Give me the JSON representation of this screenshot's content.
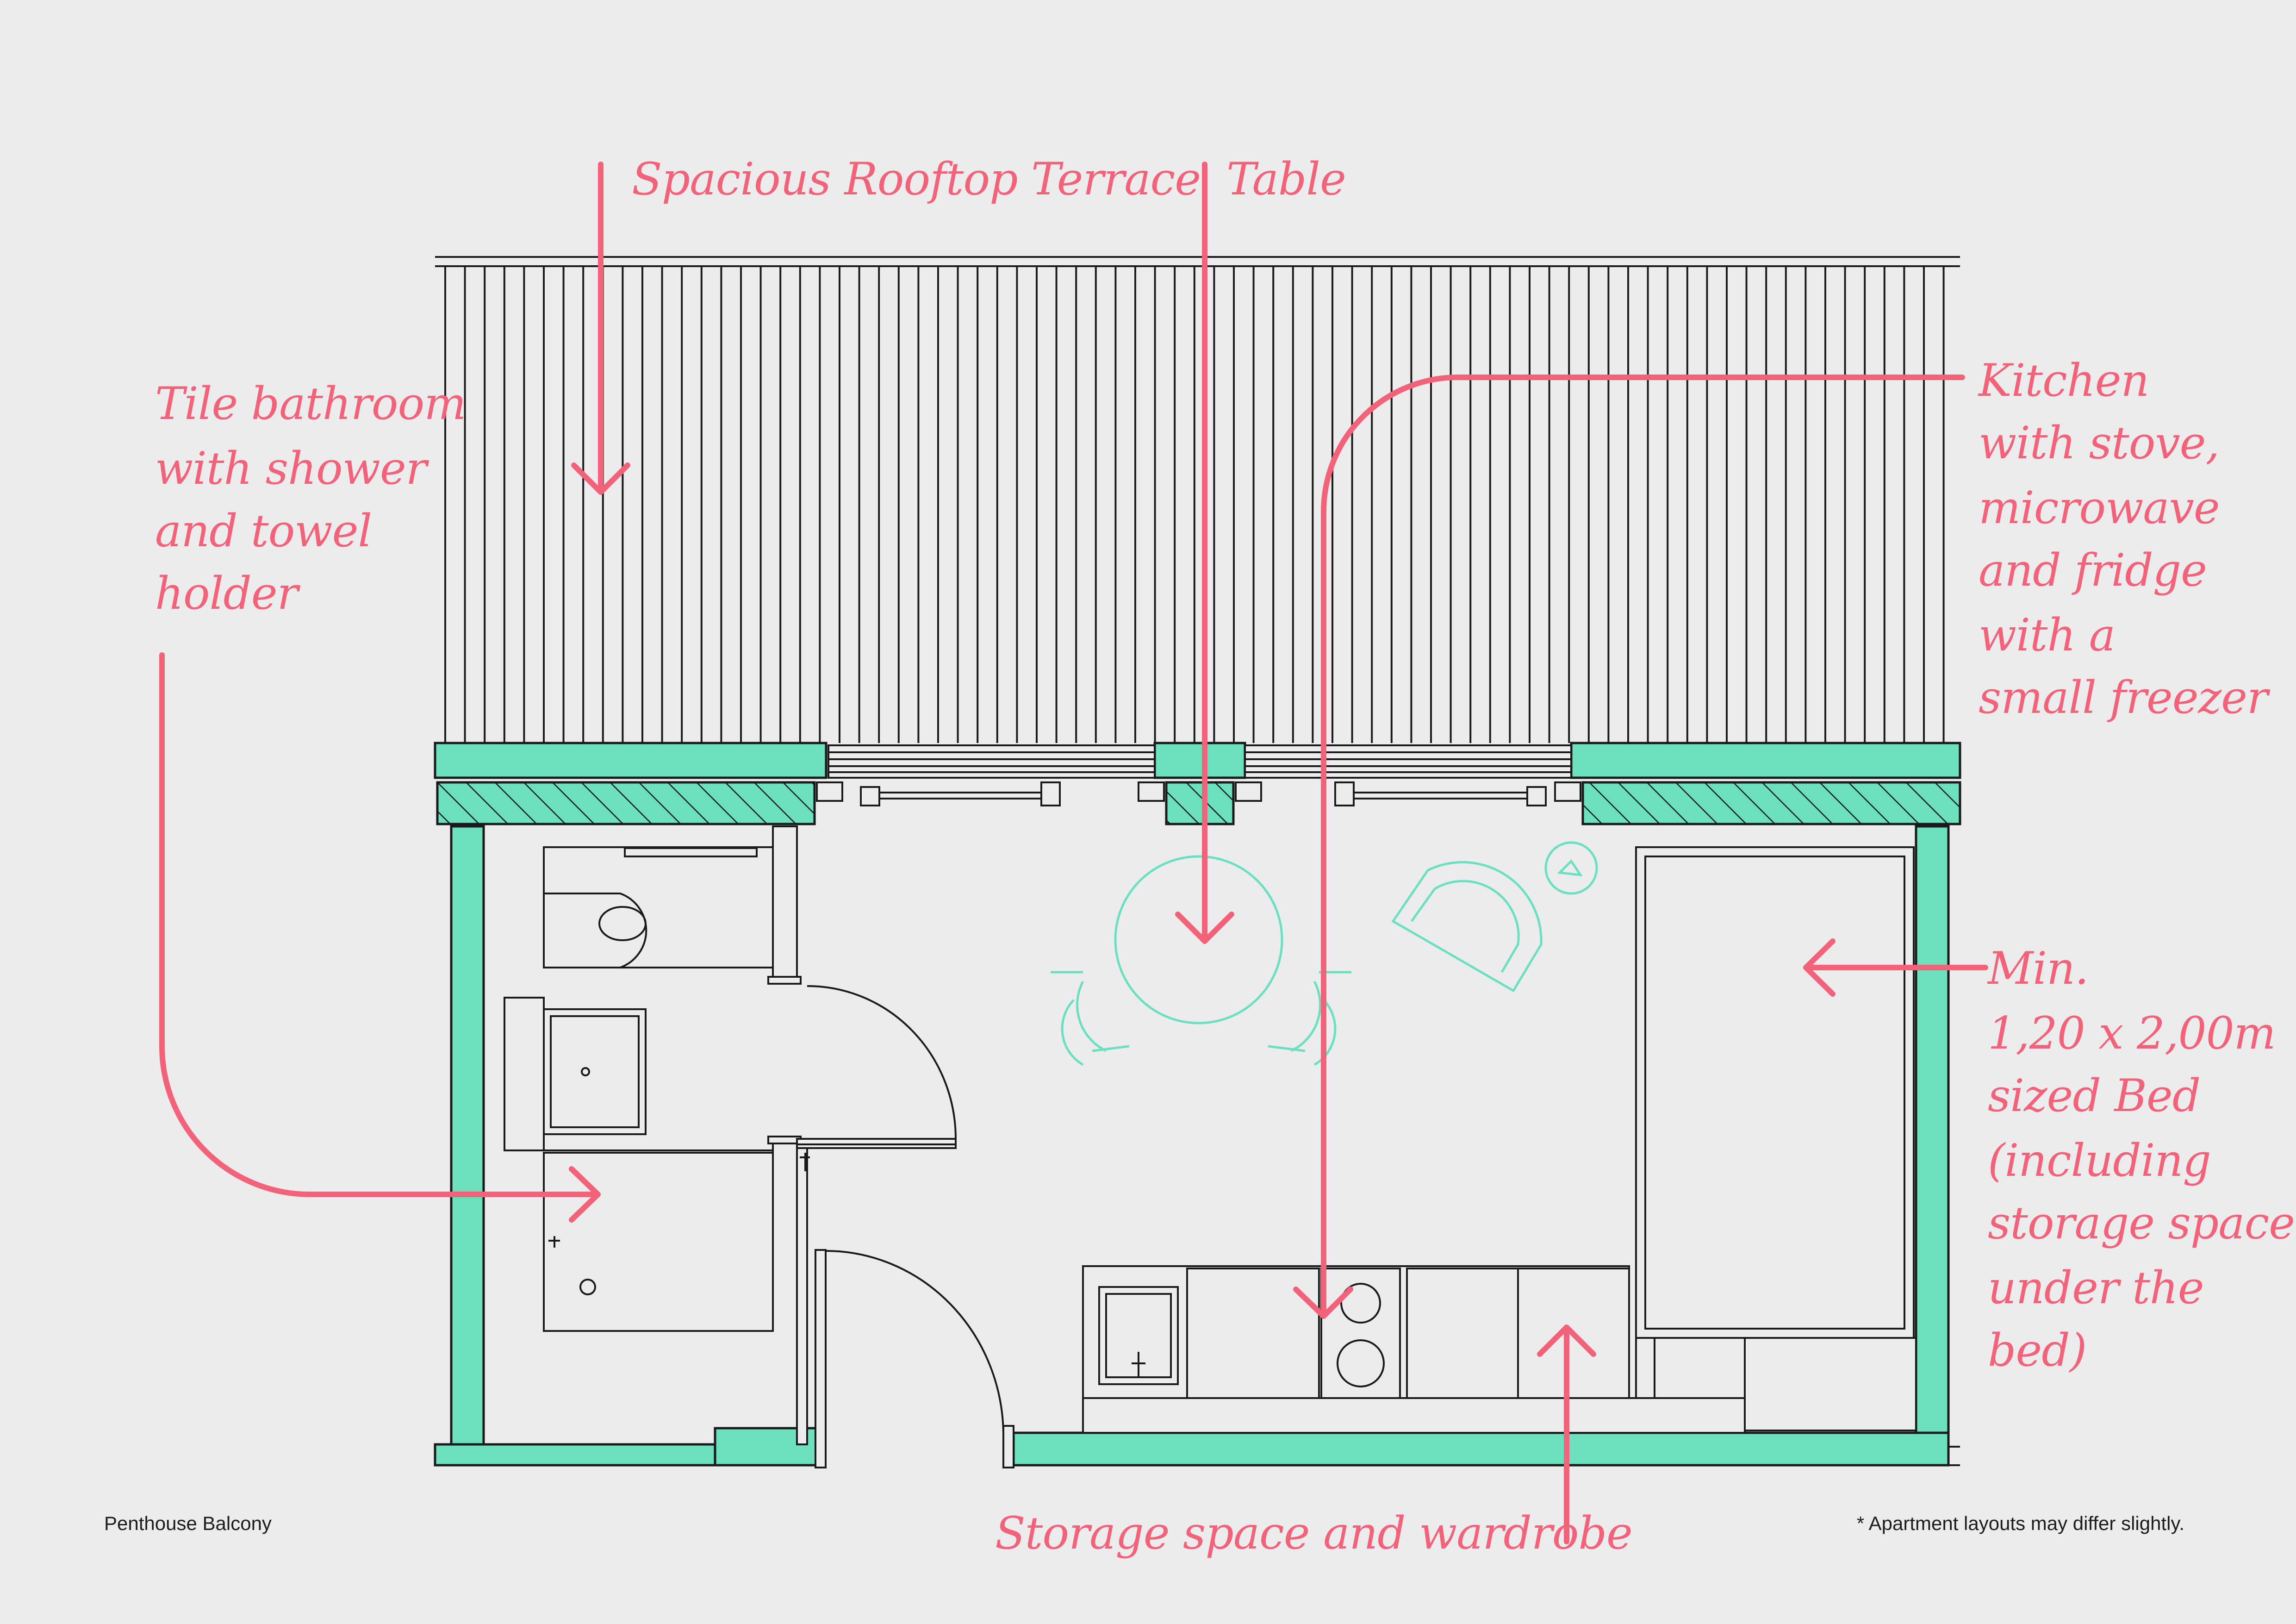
{
  "annotations": {
    "terrace": "Spacious Rooftop Terrace",
    "table": "Table",
    "bathroom": [
      "Tile bathroom",
      "with shower",
      "and towel",
      "holder"
    ],
    "kitchen": [
      "Kitchen",
      "with stove,",
      "microwave",
      "and fridge",
      "with a",
      "small freezer"
    ],
    "bed": [
      "Min.",
      "1,20 x 2,00m",
      "sized Bed",
      "(including",
      "storage space",
      "under the",
      "bed)"
    ],
    "storage": "Storage space and wardrobe"
  },
  "footer": {
    "layout_name": "Penthouse Balcony",
    "disclaimer": "* Apartment layouts may differ slightly."
  },
  "colors": {
    "annotation": "#f2637a",
    "wall": "#6be0bd",
    "furniture": "#6be0bd",
    "line": "#1a1a1a",
    "background": "#ececee"
  }
}
